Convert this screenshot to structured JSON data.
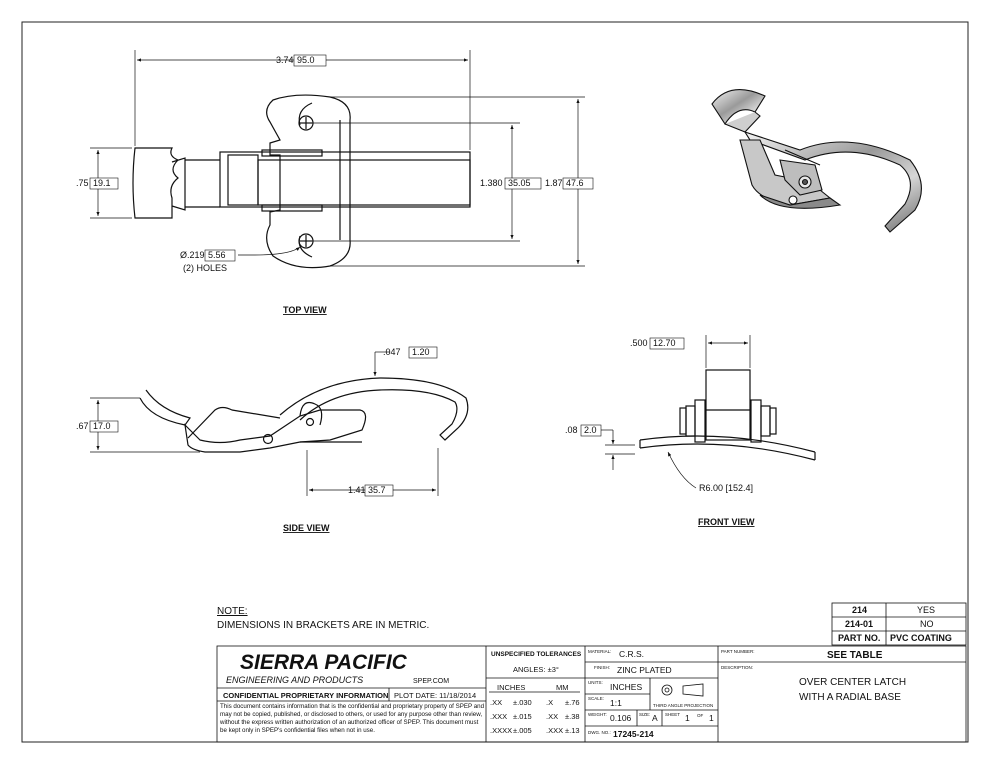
{
  "dims": {
    "overall_width": "3.74",
    "overall_width_mm": "95.0",
    "height_left": ".75",
    "height_left_mm": "19.1",
    "hole_spacing": "1.380",
    "hole_spacing_mm": "35.05",
    "overall_height": "1.87",
    "overall_height_mm": "47.6",
    "hole_dia": "Ø.219",
    "hole_dia_mm": "5.56",
    "hole_count": "(2) HOLES",
    "thickness": ".047",
    "thickness_mm": "1.20",
    "side_height": ".67",
    "side_height_mm": "17.0",
    "side_length": "1.41",
    "side_length_mm": "35.7",
    "front_width": ".500",
    "front_width_mm": "12.70",
    "front_gap": ".08",
    "front_gap_mm": "2.0",
    "radius": "R6.00 [152.4]"
  },
  "views": {
    "top": "TOP VIEW",
    "side": "SIDE VIEW",
    "front": "FRONT VIEW"
  },
  "note": {
    "heading": "NOTE:",
    "text": "DIMENSIONS IN BRACKETS ARE IN METRIC."
  },
  "parts_table": {
    "rows": [
      {
        "part": "214",
        "coating": "YES"
      },
      {
        "part": "214-01",
        "coating": "NO"
      }
    ],
    "header_part": "PART NO.",
    "header_coating": "PVC COATING"
  },
  "title_block": {
    "company": "SIERRA PACIFIC",
    "subtitle": "ENGINEERING AND PRODUCTS",
    "website": "SPEP.COM",
    "confidential_title": "CONFIDENTIAL PROPRIETARY INFORMATION",
    "plot_date": "PLOT DATE: 11/18/2014",
    "confidential_text": "This document contains information that is the confidential and proprietary property of SPEP and may not be copied, published, or disclosed to others, or used for any purpose other than review, without the express written authorization of an authorized officer of SPEP. This document must be kept only in SPEP's confidential files when not in use.",
    "tol_title": "UNSPECIFIED TOLERANCES",
    "angles": "ANGLES: ±3°",
    "inches": "INCHES",
    "mm": "MM",
    "tol_rows": [
      {
        "in_fmt": ".XX",
        "in_tol": "±.030",
        "mm_fmt": ".X",
        "mm_tol": "±.76"
      },
      {
        "in_fmt": ".XXX",
        "in_tol": "±.015",
        "mm_fmt": ".XX",
        "mm_tol": "±.38"
      },
      {
        "in_fmt": ".XXXX",
        "in_tol": "±.005",
        "mm_fmt": ".XXX",
        "mm_tol": "±.13"
      }
    ],
    "material_label": "MATERIAL:",
    "material": "C.R.S.",
    "finish_label": "FINISH:",
    "finish": "ZINC PLATED",
    "units_label": "UNITS:",
    "units": "INCHES",
    "scale_label": "SCALE:",
    "scale": "1:1",
    "projection": "THIRD ANGLE PROJECTION",
    "weight_label": "WEIGHT:",
    "weight": "0.106",
    "size_label": "SIZE:",
    "size": "A",
    "sheet_label": "SHEET",
    "sheet": "1",
    "of_label": "OF",
    "sheet_total": "1",
    "dwg_label": "DWG. NO.:",
    "dwg_no": "17245-214",
    "partnumber_label": "PART NUMBER:",
    "partnumber": "SEE TABLE",
    "description_label": "DESCRIPTION:",
    "description_1": "OVER CENTER LATCH",
    "description_2": "WITH A RADIAL BASE"
  }
}
